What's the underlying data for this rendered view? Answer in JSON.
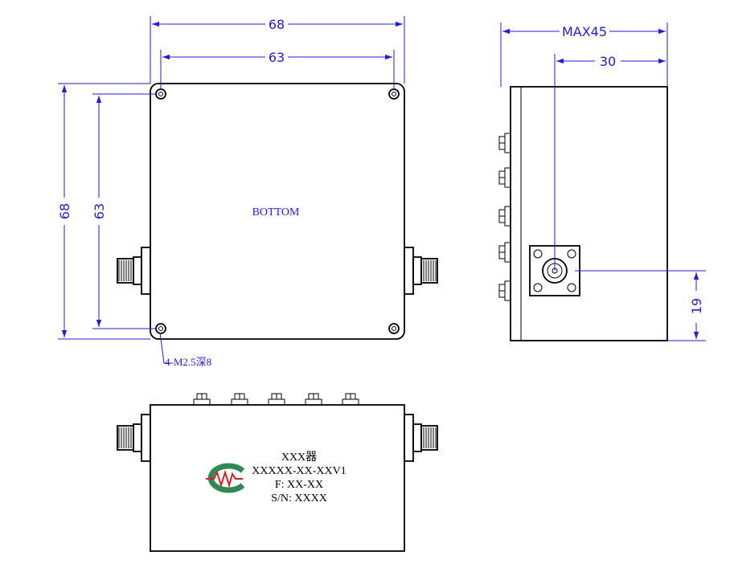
{
  "views": {
    "bottom": {
      "label": "BOTTOM"
    },
    "front": {
      "label_lines": [
        "XXX器",
        "XXXXX-XX-XXV1",
        "F: XX-XX",
        "S/N: XXXX"
      ]
    }
  },
  "dimensions": {
    "width_outer": "68",
    "width_holes": "63",
    "height_outer": "68",
    "height_holes": "63",
    "depth_max": "MAX45",
    "connector_offset": "30",
    "connector_height": "19",
    "mounting_holes": "4-M2.5深8"
  },
  "colors": {
    "dimension": "#1f1fd6",
    "outline": "#000000",
    "logo_green": "#2e8b57",
    "logo_red": "#d62020"
  }
}
